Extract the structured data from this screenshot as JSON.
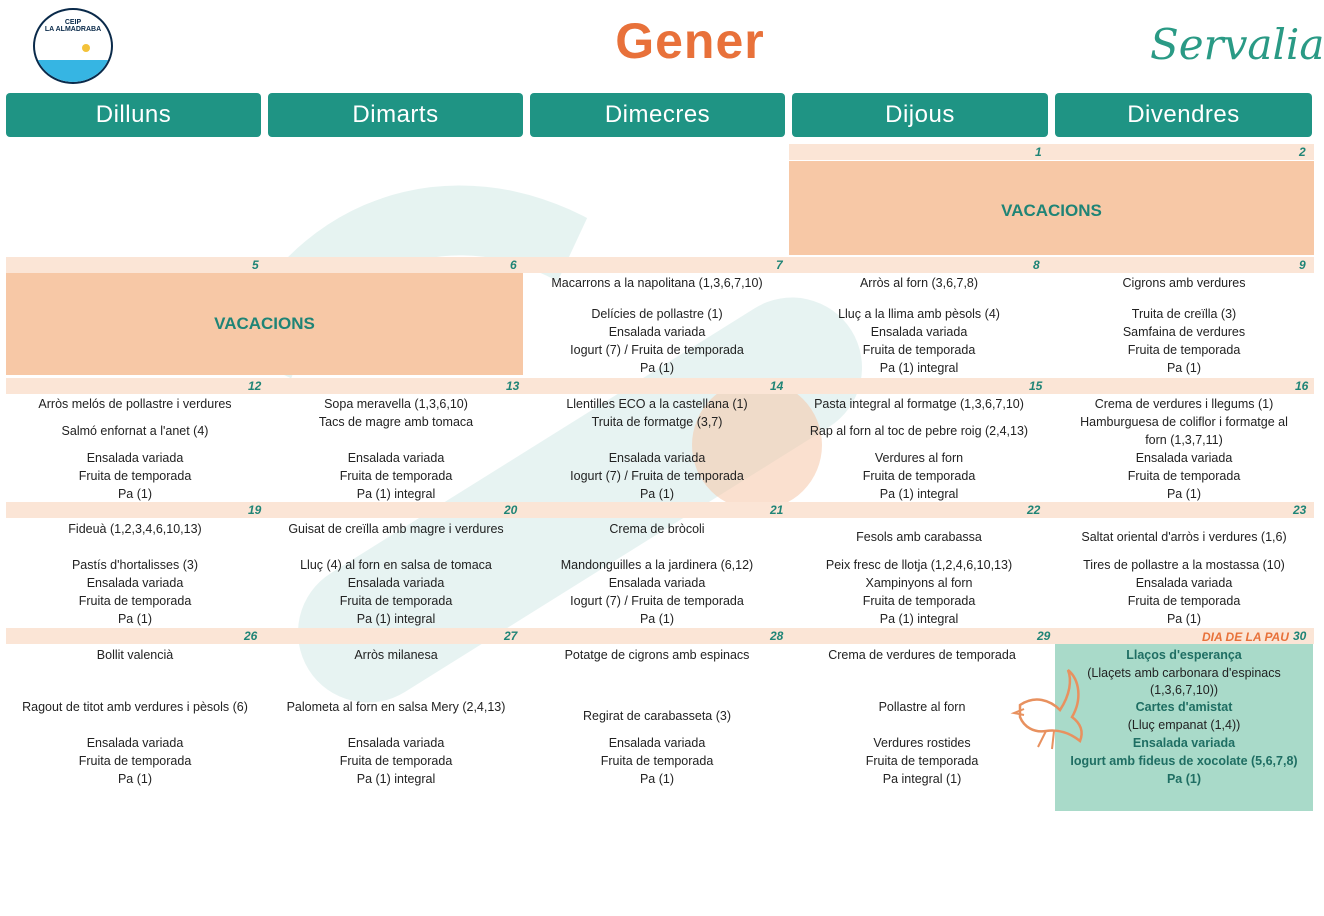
{
  "header": {
    "logo_line1": "CEIP",
    "logo_line2": "LA ALMADRABA",
    "title": "Gener",
    "brand": "Servalia"
  },
  "days": [
    "Dilluns",
    "Dimarts",
    "Dimecres",
    "Dijous",
    "Divendres"
  ],
  "week1": {
    "dates": [
      "1",
      "2"
    ],
    "holiday": "VACACIONS"
  },
  "week2": {
    "dates": [
      "5",
      "6",
      "7",
      "8",
      "9"
    ],
    "holiday": "VACACIONS",
    "wed": [
      "Macarrons a la napolitana (1,3,6,7,10)",
      "Delícies de pollastre (1)",
      "Ensalada variada",
      "Iogurt (7) / Fruita de temporada",
      "Pa (1)"
    ],
    "thu": [
      "Arròs al forn (3,6,7,8)",
      "Lluç a la llima amb pèsols (4)",
      "Ensalada variada",
      "Fruita de temporada",
      "Pa (1) integral"
    ],
    "fri": [
      "Cigrons amb verdures",
      "Truita de creïlla (3)",
      "Samfaina de verdures",
      "Fruita de temporada",
      "Pa (1)"
    ]
  },
  "week3": {
    "dates": [
      "12",
      "13",
      "14",
      "15",
      "16"
    ],
    "mon": [
      "Arròs melós de pollastre i verdures",
      "Salmó enfornat a l'anet (4)",
      "Ensalada variada",
      "Fruita de temporada",
      "Pa (1)"
    ],
    "tue": [
      "Sopa meravella (1,3,6,10)",
      "Tacs de magre amb tomaca",
      "Ensalada variada",
      "Fruita de temporada",
      "Pa (1) integral"
    ],
    "wed": [
      "Llentilles ECO a la castellana (1)",
      "Truita de formatge (3,7)",
      "Ensalada variada",
      "Iogurt (7) / Fruita de temporada",
      "Pa (1)"
    ],
    "thu": [
      "Pasta integral al formatge (1,3,6,7,10)",
      "Rap al forn al toc de pebre roig (2,4,13)",
      "Verdures al forn",
      "Fruita de temporada",
      "Pa (1) integral"
    ],
    "fri": [
      "Crema de verdures i llegums (1)",
      "Hamburguesa de coliflor i formatge al",
      "forn (1,3,7,11)",
      "Ensalada variada",
      "Fruita de temporada",
      "Pa (1)"
    ]
  },
  "week4": {
    "dates": [
      "19",
      "20",
      "21",
      "22",
      "23"
    ],
    "mon": [
      "Fideuà (1,2,3,4,6,10,13)",
      "Pastís d'hortalisses (3)",
      "Ensalada variada",
      "Fruita de temporada",
      "Pa (1)"
    ],
    "tue": [
      "Guisat de creïlla amb magre i verdures",
      "Lluç (4) al forn en salsa de tomaca",
      "Ensalada variada",
      "Fruita de temporada",
      "Pa (1) integral"
    ],
    "wed": [
      "Crema de bròcoli",
      "Mandonguilles a la jardinera (6,12)",
      "Ensalada variada",
      "Iogurt (7) / Fruita de temporada",
      "Pa (1)"
    ],
    "thu": [
      "Fesols amb carabassa",
      "Peix fresc de llotja (1,2,4,6,10,13)",
      "Xampinyons al forn",
      "Fruita de temporada",
      "Pa (1) integral"
    ],
    "fri": [
      "Saltat oriental d'arròs i verdures (1,6)",
      "Tires de pollastre a la mostassa (10)",
      "Ensalada variada",
      "Fruita de temporada",
      "Pa (1)"
    ]
  },
  "week5": {
    "dates": [
      "26",
      "27",
      "28",
      "29",
      "30"
    ],
    "special_label": "DIA DE LA PAU",
    "mon": [
      "Bollit valencià",
      "Ragout de titot amb verdures i pèsols (6)",
      "Ensalada variada",
      "Fruita de temporada",
      "Pa (1)"
    ],
    "tue": [
      "Arròs milanesa",
      "Palometa al forn en salsa Mery (2,4,13)",
      "Ensalada variada",
      "Fruita de temporada",
      "Pa (1) integral"
    ],
    "wed": [
      "Potatge de cigrons amb espinacs",
      "Regirat de carabasseta (3)",
      "Ensalada variada",
      "Fruita de temporada",
      "Pa (1)"
    ],
    "thu": [
      "Crema de verdures de temporada",
      "Pollastre al forn",
      "Verdures rostides",
      "Fruita de temporada",
      "Pa integral (1)"
    ],
    "fri": [
      "Llaços d'esperança",
      "(Llaçets amb carbonara d'espinacs",
      "(1,3,6,7,10))",
      "Cartes d'amistat",
      "(Lluç empanat (1,4))",
      "Ensalada variada",
      "Iogurt amb fideus de xocolate (5,6,7,8)",
      "Pa (1)"
    ]
  },
  "colors": {
    "teal": "#1f9484",
    "orange": "#e8713a",
    "peach": "#f7c8a6",
    "mint": "#a9dac9"
  }
}
